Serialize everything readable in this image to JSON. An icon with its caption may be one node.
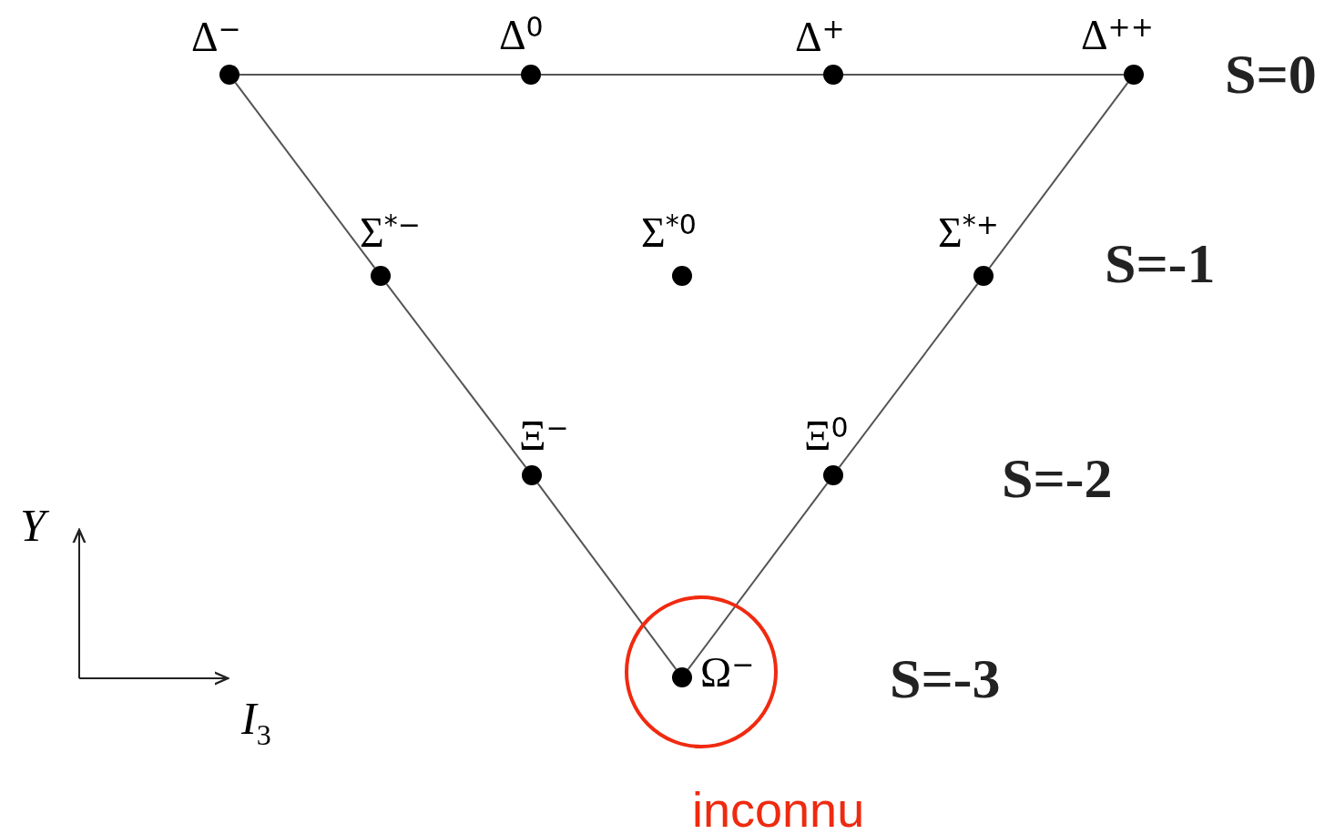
{
  "diagram": {
    "nodes": [
      {
        "text": [
          "Δ$^{−}$"
        ]
      },
      {
        "text": [
          "Δ$^{0}$"
        ]
      },
      {
        "text": [
          "Δ$^{+}$"
        ]
      },
      {
        "text": [
          "Δ$^{++}$"
        ]
      },
      {
        "text": [
          "Σ$^{*−}$"
        ]
      },
      {
        "text": [
          "Σ$^{*0}$"
        ]
      },
      {
        "text": [
          "Σ$^{*+}$"
        ]
      },
      {
        "text": [
          "Ξ$^{−}$"
        ]
      },
      {
        "text": [
          "Ξ$^{0}$"
        ]
      },
      {
        "text": [
          "Ω$^{−}$"
        ]
      }
    ],
    "edges": [
      {
        "from": 0,
        "to": 1,
        "arrow": "none"
      },
      {
        "from": 1,
        "to": 2,
        "arrow": "none"
      },
      {
        "from": 2,
        "to": 3,
        "arrow": "none"
      },
      {
        "from": 0,
        "to": 4,
        "arrow": "none"
      },
      {
        "from": 4,
        "to": 7,
        "arrow": "none"
      },
      {
        "from": 7,
        "to": 9,
        "arrow": "none"
      },
      {
        "from": 3,
        "to": 6,
        "arrow": "none"
      },
      {
        "from": 6,
        "to": 8,
        "arrow": "none"
      },
      {
        "from": 8,
        "to": 9,
        "arrow": "none"
      }
    ],
    "labels": [
      "S=0",
      "S=-1",
      "S=-2",
      "S=-3",
      "Y",
      "I$_{3}$",
      "inconnu"
    ]
  }
}
